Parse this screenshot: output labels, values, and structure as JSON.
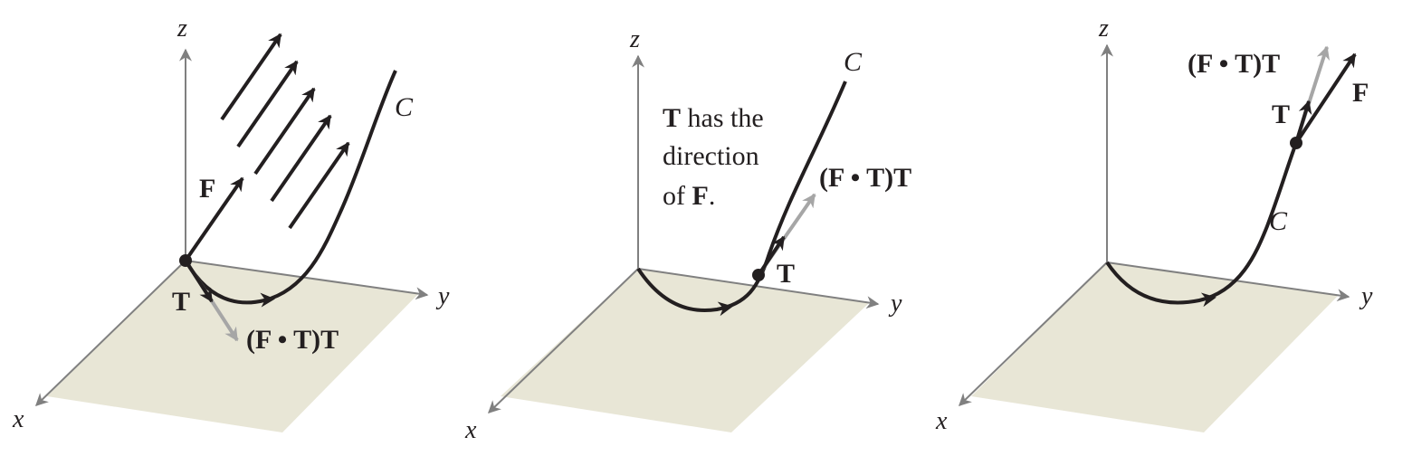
{
  "axes": {
    "x": "x",
    "y": "y",
    "z": "z"
  },
  "panel1": {
    "curve": "C",
    "field": "F",
    "tangent": "T",
    "projection": "(F • T)T"
  },
  "panel2": {
    "curve": "C",
    "tangent": "T",
    "projection": "(F • T)T",
    "caption_line1_bold": "T",
    "caption_line1_rest": " has the",
    "caption_line2": "direction",
    "caption_line3_pre": "of ",
    "caption_line3_bold": "F",
    "caption_line3_post": "."
  },
  "panel3": {
    "curve": "C",
    "field": "F",
    "tangent": "T",
    "projection": "(F • T)T"
  },
  "colors": {
    "ink": "#231f20",
    "axis": "#808080",
    "plane": "#e8e6d6",
    "projection_arrow": "#a6a6a6"
  }
}
